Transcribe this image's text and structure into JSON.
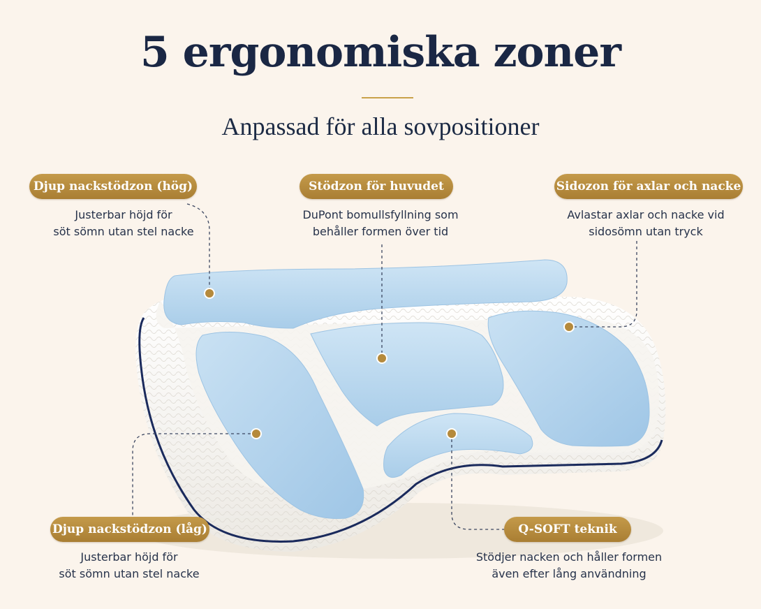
{
  "title": "5 ergonomiska zoner",
  "subtitle": "Anpassad för alla sovpositioner",
  "colors": {
    "background": "#fbf4ec",
    "navy": "#1a2744",
    "gold": "#b58a3c",
    "gel_blue": "#b9d8ee",
    "pillow_white": "#f8f6f1"
  },
  "zones": {
    "neck_high": {
      "label": "Djup nackstödzon (hög)",
      "desc_line1": "Justerbar höjd för",
      "desc_line2": "söt sömn utan stel nacke"
    },
    "head": {
      "label": "Stödzon för huvudet",
      "desc_line1": "DuPont bomullsfyllning som",
      "desc_line2": "behåller formen över tid"
    },
    "side": {
      "label": "Sidozon för axlar och nacke",
      "desc_line1": "Avlastar axlar och nacke vid",
      "desc_line2": "sidosömn utan tryck"
    },
    "neck_low": {
      "label": "Djup nackstödzon (låg)",
      "desc_line1": "Justerbar höjd för",
      "desc_line2": "söt sömn utan stel nacke"
    },
    "qsoft": {
      "label": "Q-SOFT teknik",
      "desc_line1": "Stödjer nacken och håller formen",
      "desc_line2": "även efter lång användning"
    }
  }
}
